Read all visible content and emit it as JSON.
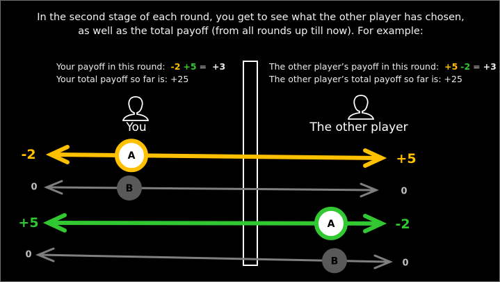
{
  "intro": {
    "line1": "In the second stage of each round, you get to see what the other player has chosen,",
    "line2": "as well as the total payoff (from all rounds up till now). For example:"
  },
  "you_panel": {
    "round_prefix": "Your payoff in this round:",
    "term1": "-2",
    "term2": "+5",
    "equals": "=",
    "result": "+3",
    "total_prefix": "Your total payoff so far is:",
    "total_value": "+25"
  },
  "other_panel": {
    "round_prefix": "The other player’s payoff in this round:",
    "term1": "+5",
    "term2": "-2",
    "equals": "=",
    "result": "+3",
    "total_prefix": "The other player’s total payoff so far is:",
    "total_value": "+25"
  },
  "players": {
    "you": "You",
    "other": "The other player"
  },
  "colors": {
    "yellow": "#ffc000",
    "green": "#32c832",
    "gray": "#7f7f7f",
    "node_gray": "#595959",
    "white": "#ffffff"
  },
  "rows": [
    {
      "left_value": "-2",
      "right_value": "+5",
      "node_label": "A",
      "color": "#ffc000",
      "node_side": "left",
      "highlight": true
    },
    {
      "left_value": "0",
      "right_value": "0",
      "node_label": "B",
      "color": "#7f7f7f",
      "node_side": "left",
      "highlight": false
    },
    {
      "left_value": "+5",
      "right_value": "-2",
      "node_label": "A",
      "color": "#32c832",
      "node_side": "right",
      "highlight": true
    },
    {
      "left_value": "0",
      "right_value": "0",
      "node_label": "B",
      "color": "#7f7f7f",
      "node_side": "right",
      "highlight": false
    }
  ]
}
